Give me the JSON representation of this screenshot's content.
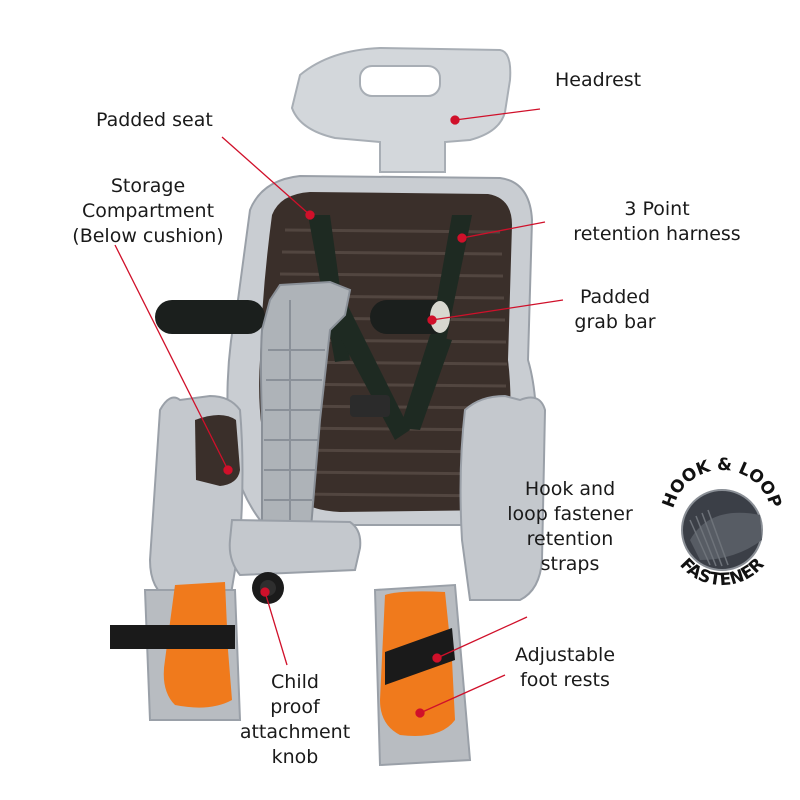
{
  "diagram": {
    "subject": "Child bicycle seat",
    "leader_color": "#d0102a",
    "colors": {
      "shell": "#c9cdd2",
      "shell_shadow": "#9aa0a8",
      "cushion": "#3a2f2a",
      "strap": "#1e2a22",
      "foot_rest": "#f07a1c",
      "grab_bar": "#1b1f1d"
    },
    "labels": [
      {
        "id": "headrest",
        "lines": [
          "Headrest"
        ]
      },
      {
        "id": "padded-seat",
        "lines": [
          "Padded seat"
        ]
      },
      {
        "id": "storage-compartment",
        "lines": [
          "Storage",
          "Compartment",
          "(Below cushion)"
        ]
      },
      {
        "id": "harness",
        "lines": [
          "3 Point",
          "retention harness"
        ]
      },
      {
        "id": "grab-bar",
        "lines": [
          "Padded",
          "grab bar"
        ]
      },
      {
        "id": "hook-loop-straps",
        "lines": [
          "Hook and",
          "loop fastener",
          "retention",
          "straps"
        ]
      },
      {
        "id": "foot-rests",
        "lines": [
          "Adjustable",
          "foot rests"
        ]
      },
      {
        "id": "knob",
        "lines": [
          "Child",
          "proof",
          "attachment",
          "knob"
        ]
      }
    ],
    "badge": {
      "top_text": "HOOK & LOOP",
      "bottom_text": "FASTENER"
    }
  }
}
